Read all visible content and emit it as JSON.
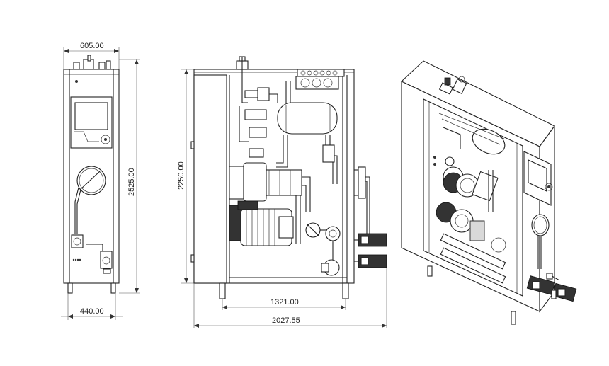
{
  "dimensions": {
    "front_width_top": "605.00",
    "front_width_bottom": "440.00",
    "front_height": "2525.00",
    "side_height": "2250.00",
    "side_inner_width": "1321.00",
    "side_total_width": "2027.55"
  },
  "colors": {
    "line": "#222222",
    "background": "#ffffff"
  }
}
